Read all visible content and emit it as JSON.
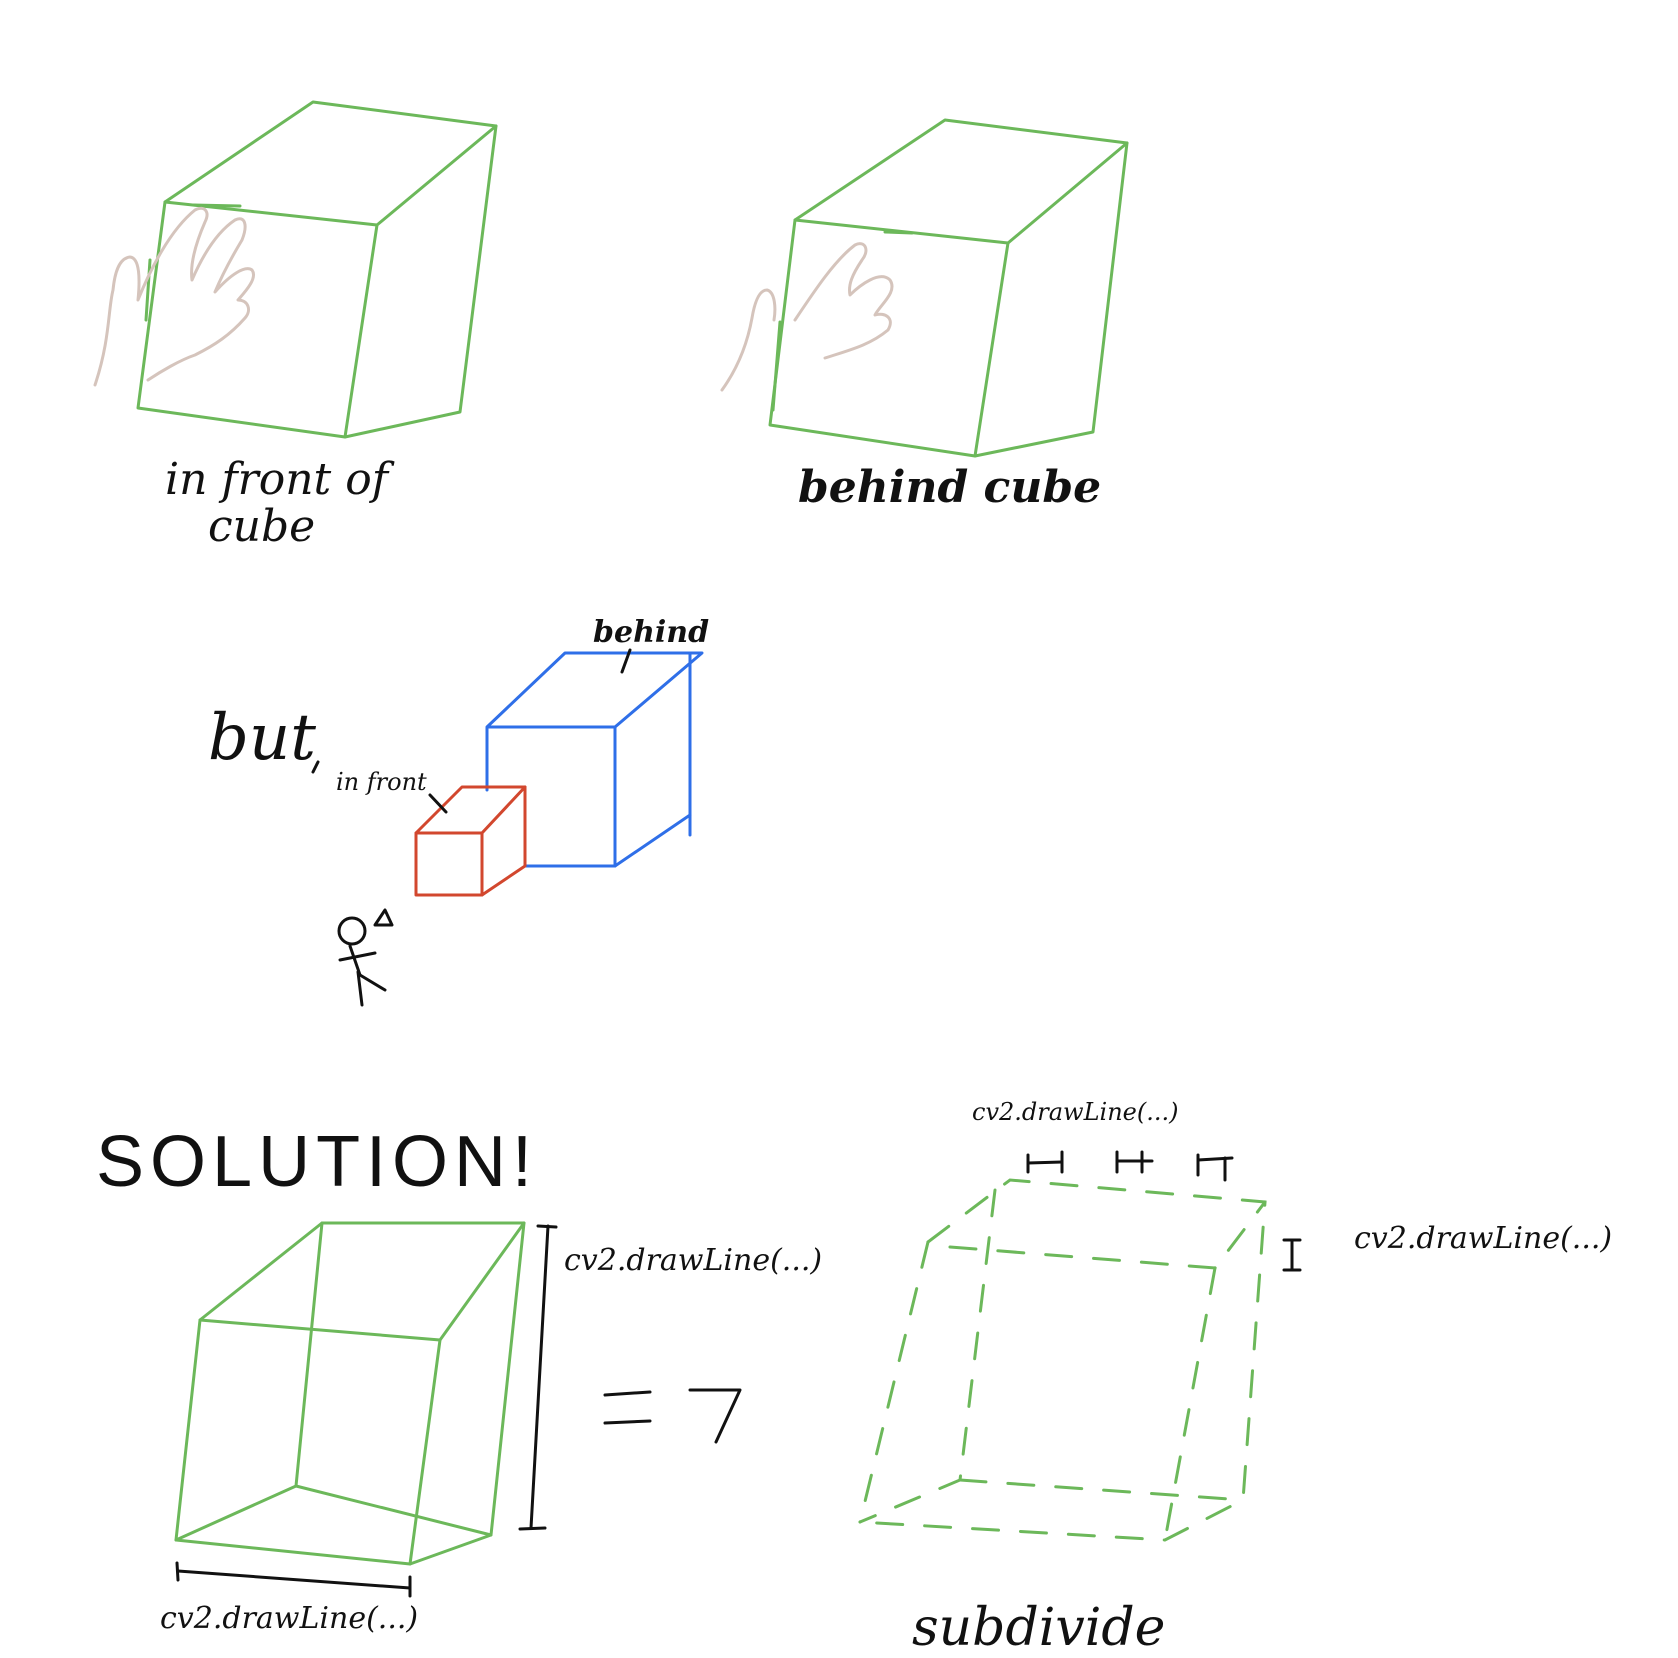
{
  "labels": {
    "in_front_of_cube_line1": "in front of",
    "in_front_of_cube_line2": "cube",
    "behind_cube": "behind cube",
    "behind": "behind",
    "but": "but",
    "in_front": "in front",
    "solution": "SOLUTION!",
    "drawline_right": "cv2.drawLine(...)",
    "drawline_bottom": "cv2.drawLine(...)",
    "drawline_far_right": "cv2.drawLine(...)",
    "drawline_top_small": "cv2.drawLine(...)",
    "implies": "=>",
    "subdivide": "subdivide"
  },
  "colors": {
    "cube": "#6cb85a",
    "big_cube": "#2f6fe8",
    "small_cube": "#d2472e",
    "hand": "#d5c4bc",
    "ink": "#111111"
  }
}
